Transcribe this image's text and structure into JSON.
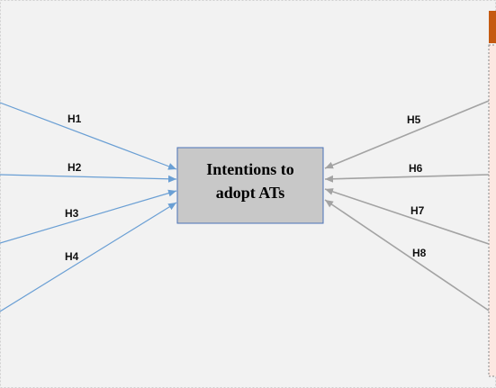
{
  "central_construct": {
    "lines": [
      "Intentions to",
      "adopt ATs"
    ]
  },
  "hypotheses_left": [
    "H1",
    "H2",
    "H3",
    "H4"
  ],
  "hypotheses_right": [
    "H5",
    "H6",
    "H7",
    "H8"
  ],
  "colors": {
    "background": "#f2f2f2",
    "left_arrows": "#6a9fd4",
    "right_arrows": "#a3a3a3",
    "center_box_fill": "#c8c8c8",
    "center_box_border": "#4a72b8",
    "right_panel_fill": "#fce8e2",
    "right_panel_header": "#c55a11"
  }
}
